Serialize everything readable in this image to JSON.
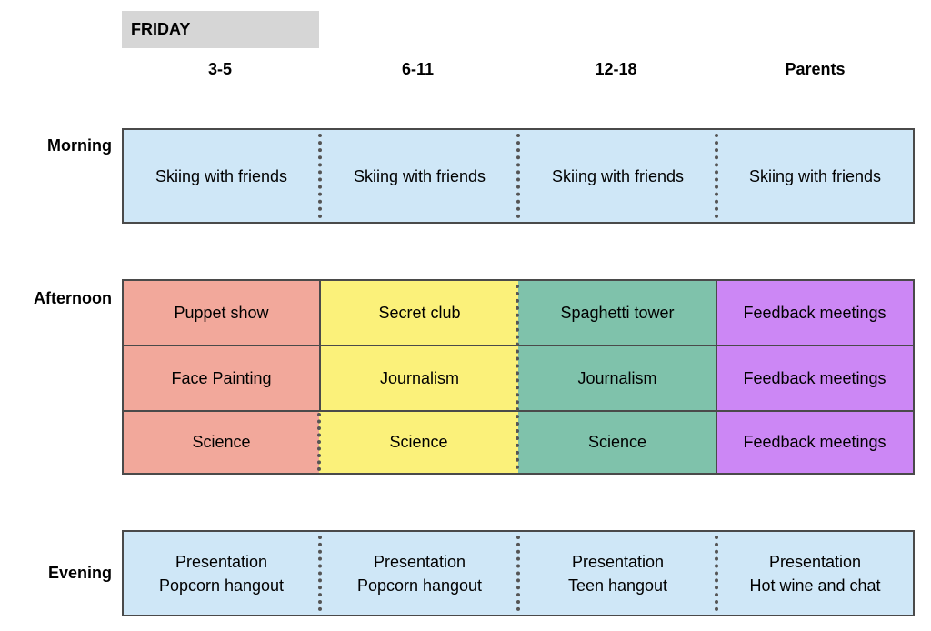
{
  "day": "FRIDAY",
  "columns": [
    "3-5",
    "6-11",
    "12-18",
    "Parents"
  ],
  "rows": {
    "morning": "Morning",
    "afternoon": "Afternoon",
    "evening": "Evening"
  },
  "morning": [
    "Skiing with friends",
    "Skiing with friends",
    "Skiing with friends",
    "Skiing with friends"
  ],
  "afternoon": [
    [
      "Puppet show",
      "Secret club",
      "Spaghetti tower",
      "Feedback meetings"
    ],
    [
      "Face Painting",
      "Journalism",
      "Journalism",
      "Feedback meetings"
    ],
    [
      "Science",
      "Science",
      "Science",
      "Feedback meetings"
    ]
  ],
  "evening": [
    {
      "line1": "Presentation",
      "line2": "Popcorn hangout"
    },
    {
      "line1": "Presentation",
      "line2": "Popcorn hangout"
    },
    {
      "line1": "Presentation",
      "line2": "Teen hangout"
    },
    {
      "line1": "Presentation",
      "line2": "Hot wine and chat"
    }
  ],
  "colors": {
    "blue": "#cfe7f7",
    "pink": "#f2a89b",
    "yellow": "#fbf17a",
    "green": "#7fc2ab",
    "purple": "#cc87f5"
  }
}
